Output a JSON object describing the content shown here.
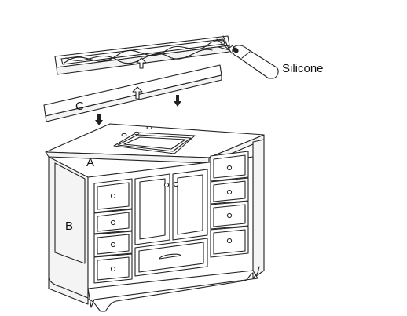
{
  "labels": {
    "silicone": "Silicone",
    "part_a": "A",
    "part_b": "B",
    "part_c": "C"
  },
  "colors": {
    "line": "#222222",
    "background": "#ffffff"
  }
}
